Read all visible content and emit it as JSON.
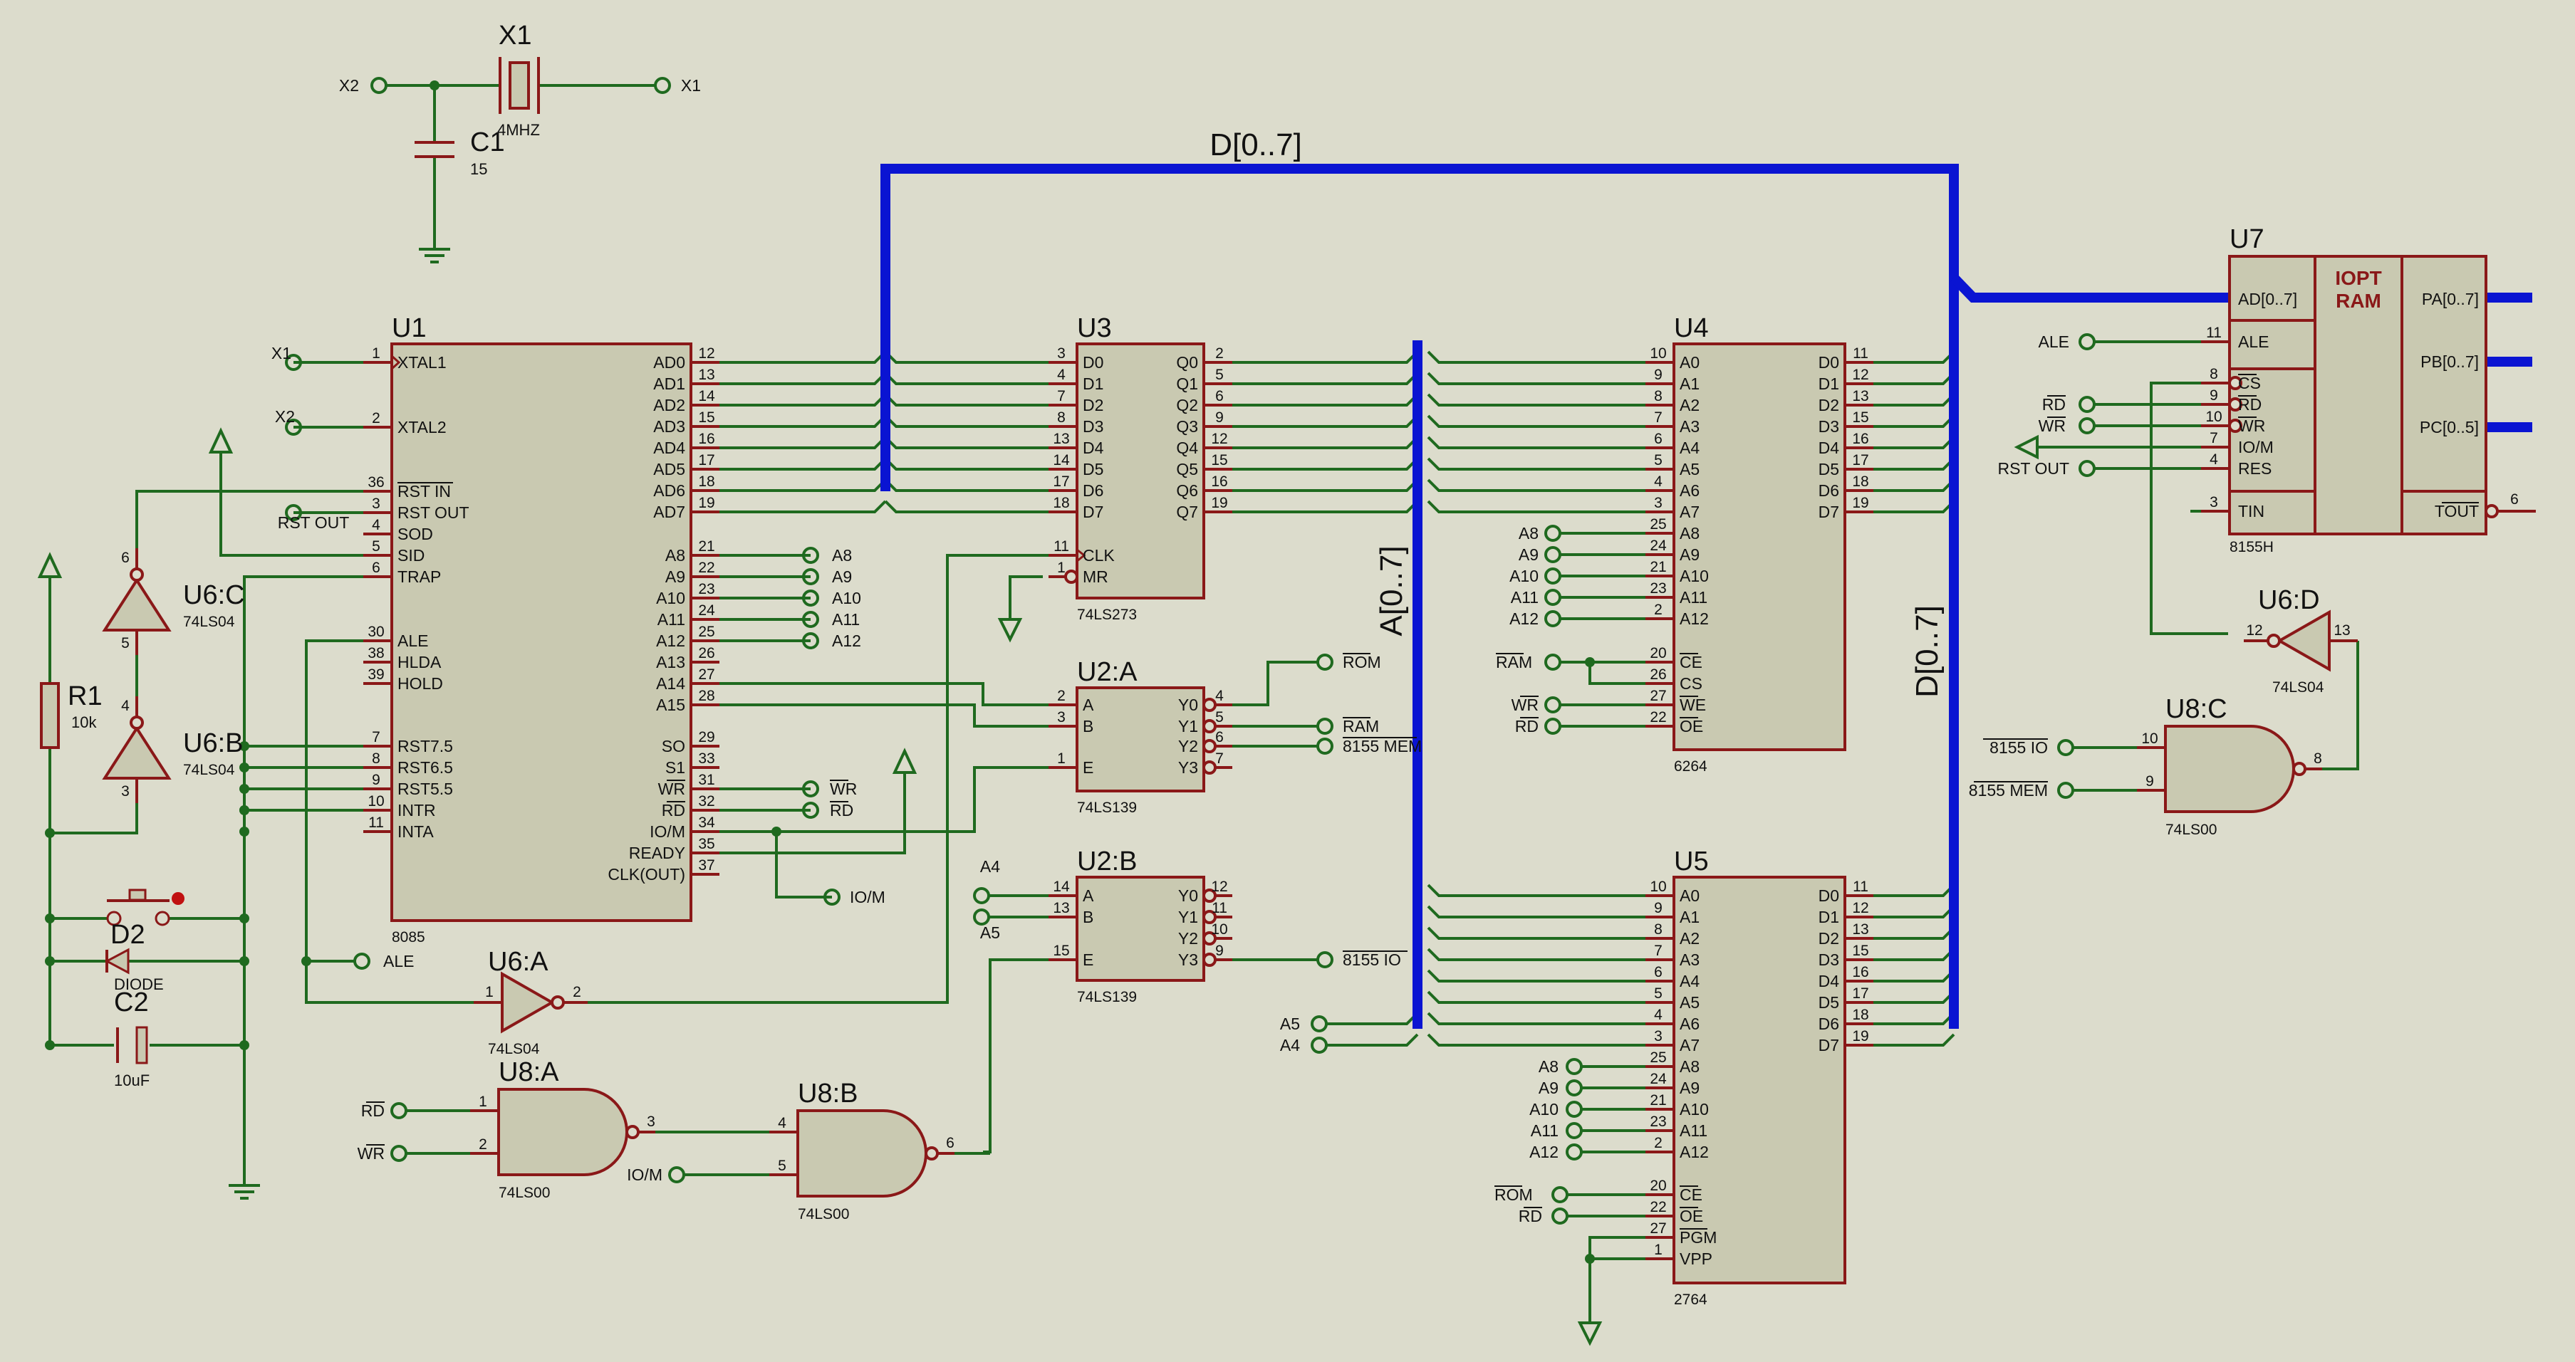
{
  "buses": {
    "data_top": "D[0..7]",
    "addr": "A[0..7]",
    "data_right": "D[0..7]"
  },
  "crystal": {
    "ref": "X1",
    "value": "4MHZ",
    "left_net": "X2",
    "right_net": "X1"
  },
  "c1": {
    "ref": "C1",
    "value": "15"
  },
  "r1": {
    "ref": "R1",
    "value": "10k"
  },
  "d2": {
    "ref": "D2",
    "value": "DIODE"
  },
  "c2": {
    "ref": "C2",
    "value": "10uF"
  },
  "u1": {
    "ref": "U1",
    "type": "8085",
    "left": [
      {
        "pin": "1",
        "name": "XTAL1",
        "net": "X1"
      },
      {
        "pin": "2",
        "name": "XTAL2",
        "net": "X2"
      },
      {
        "pin": "36",
        "name": "RST IN",
        "over": true
      },
      {
        "pin": "3",
        "name": "RST OUT",
        "net": "RST OUT"
      },
      {
        "pin": "4",
        "name": "SOD"
      },
      {
        "pin": "5",
        "name": "SID"
      },
      {
        "pin": "6",
        "name": "TRAP"
      },
      {
        "pin": "30",
        "name": "ALE"
      },
      {
        "pin": "38",
        "name": "HLDA"
      },
      {
        "pin": "39",
        "name": "HOLD"
      },
      {
        "pin": "7",
        "name": "RST7.5"
      },
      {
        "pin": "8",
        "name": "RST6.5"
      },
      {
        "pin": "9",
        "name": "RST5.5"
      },
      {
        "pin": "10",
        "name": "INTR"
      },
      {
        "pin": "11",
        "name": "INTA"
      }
    ],
    "right": [
      {
        "pin": "12",
        "name": "AD0"
      },
      {
        "pin": "13",
        "name": "AD1"
      },
      {
        "pin": "14",
        "name": "AD2"
      },
      {
        "pin": "15",
        "name": "AD3"
      },
      {
        "pin": "16",
        "name": "AD4"
      },
      {
        "pin": "17",
        "name": "AD5"
      },
      {
        "pin": "18",
        "name": "AD6"
      },
      {
        "pin": "19",
        "name": "AD7"
      },
      {
        "pin": "21",
        "name": "A8",
        "net": "A8"
      },
      {
        "pin": "22",
        "name": "A9",
        "net": "A9"
      },
      {
        "pin": "23",
        "name": "A10",
        "net": "A10"
      },
      {
        "pin": "24",
        "name": "A11",
        "net": "A11"
      },
      {
        "pin": "25",
        "name": "A12",
        "net": "A12"
      },
      {
        "pin": "26",
        "name": "A13"
      },
      {
        "pin": "27",
        "name": "A14"
      },
      {
        "pin": "28",
        "name": "A15"
      },
      {
        "pin": "29",
        "name": "SO"
      },
      {
        "pin": "33",
        "name": "S1"
      },
      {
        "pin": "31",
        "name": "WR",
        "net": "WR",
        "over": true
      },
      {
        "pin": "32",
        "name": "RD",
        "net": "RD",
        "over": true
      },
      {
        "pin": "34",
        "name": "IO/M",
        "over_part": "M"
      },
      {
        "pin": "35",
        "name": "READY"
      },
      {
        "pin": "37",
        "name": "CLK(OUT)"
      }
    ],
    "io_m_net": "IO/M"
  },
  "u3": {
    "ref": "U3",
    "type": "74LS273",
    "left": [
      {
        "pin": "3",
        "name": "D0"
      },
      {
        "pin": "4",
        "name": "D1"
      },
      {
        "pin": "7",
        "name": "D2"
      },
      {
        "pin": "8",
        "name": "D3"
      },
      {
        "pin": "13",
        "name": "D4"
      },
      {
        "pin": "14",
        "name": "D5"
      },
      {
        "pin": "17",
        "name": "D6"
      },
      {
        "pin": "18",
        "name": "D7"
      },
      {
        "pin": "11",
        "name": "CLK"
      },
      {
        "pin": "1",
        "name": "MR"
      }
    ],
    "right": [
      {
        "pin": "2",
        "name": "Q0"
      },
      {
        "pin": "5",
        "name": "Q1"
      },
      {
        "pin": "6",
        "name": "Q2"
      },
      {
        "pin": "9",
        "name": "Q3"
      },
      {
        "pin": "12",
        "name": "Q4"
      },
      {
        "pin": "15",
        "name": "Q5"
      },
      {
        "pin": "16",
        "name": "Q6"
      },
      {
        "pin": "19",
        "name": "Q7"
      }
    ]
  },
  "u2a": {
    "ref": "U2:A",
    "type": "74LS139",
    "left": [
      {
        "pin": "2",
        "name": "A"
      },
      {
        "pin": "3",
        "name": "B"
      },
      {
        "pin": "1",
        "name": "E"
      }
    ],
    "right": [
      {
        "pin": "4",
        "name": "Y0",
        "net": "ROM"
      },
      {
        "pin": "5",
        "name": "Y1",
        "net": "RAM"
      },
      {
        "pin": "6",
        "name": "Y2",
        "net": "8155 MEM"
      },
      {
        "pin": "7",
        "name": "Y3"
      }
    ]
  },
  "u2b": {
    "ref": "U2:B",
    "type": "74LS139",
    "left": [
      {
        "pin": "14",
        "name": "A",
        "net": "A4"
      },
      {
        "pin": "13",
        "name": "B",
        "net": "A5"
      },
      {
        "pin": "15",
        "name": "E"
      }
    ],
    "right": [
      {
        "pin": "12",
        "name": "Y0"
      },
      {
        "pin": "11",
        "name": "Y1"
      },
      {
        "pin": "10",
        "name": "Y2"
      },
      {
        "pin": "9",
        "name": "Y3",
        "net": "8155 IO"
      }
    ]
  },
  "u4": {
    "ref": "U4",
    "type": "6264",
    "left": [
      {
        "pin": "10",
        "name": "A0"
      },
      {
        "pin": "9",
        "name": "A1"
      },
      {
        "pin": "8",
        "name": "A2"
      },
      {
        "pin": "7",
        "name": "A3"
      },
      {
        "pin": "6",
        "name": "A4"
      },
      {
        "pin": "5",
        "name": "A5"
      },
      {
        "pin": "4",
        "name": "A6"
      },
      {
        "pin": "3",
        "name": "A7"
      },
      {
        "pin": "25",
        "name": "A8",
        "net": "A8"
      },
      {
        "pin": "24",
        "name": "A9",
        "net": "A9"
      },
      {
        "pin": "21",
        "name": "A10",
        "net": "A10"
      },
      {
        "pin": "23",
        "name": "A11",
        "net": "A11"
      },
      {
        "pin": "2",
        "name": "A12",
        "net": "A12"
      },
      {
        "pin": "20",
        "name": "CE",
        "net": "RAM",
        "over": true
      },
      {
        "pin": "26",
        "name": "CS"
      },
      {
        "pin": "27",
        "name": "WE",
        "net": "WR",
        "over": true
      },
      {
        "pin": "22",
        "name": "OE",
        "net": "RD",
        "over": true
      }
    ],
    "right": [
      {
        "pin": "11",
        "name": "D0"
      },
      {
        "pin": "12",
        "name": "D1"
      },
      {
        "pin": "13",
        "name": "D2"
      },
      {
        "pin": "15",
        "name": "D3"
      },
      {
        "pin": "16",
        "name": "D4"
      },
      {
        "pin": "17",
        "name": "D5"
      },
      {
        "pin": "18",
        "name": "D6"
      },
      {
        "pin": "19",
        "name": "D7"
      }
    ]
  },
  "u5": {
    "ref": "U5",
    "type": "2764",
    "left": [
      {
        "pin": "10",
        "name": "A0"
      },
      {
        "pin": "9",
        "name": "A1"
      },
      {
        "pin": "8",
        "name": "A2"
      },
      {
        "pin": "7",
        "name": "A3"
      },
      {
        "pin": "6",
        "name": "A4"
      },
      {
        "pin": "5",
        "name": "A5"
      },
      {
        "pin": "4",
        "name": "A6"
      },
      {
        "pin": "3",
        "name": "A7"
      },
      {
        "pin": "25",
        "name": "A8",
        "net": "A8"
      },
      {
        "pin": "24",
        "name": "A9",
        "net": "A9"
      },
      {
        "pin": "21",
        "name": "A10",
        "net": "A10"
      },
      {
        "pin": "23",
        "name": "A11",
        "net": "A11"
      },
      {
        "pin": "2",
        "name": "A12",
        "net": "A12"
      },
      {
        "pin": "20",
        "name": "CE",
        "net": "ROM",
        "over": true
      },
      {
        "pin": "22",
        "name": "OE",
        "net": "RD",
        "over": true
      },
      {
        "pin": "27",
        "name": "PGM",
        "over": true
      },
      {
        "pin": "1",
        "name": "VPP"
      }
    ],
    "right": [
      {
        "pin": "11",
        "name": "D0"
      },
      {
        "pin": "12",
        "name": "D1"
      },
      {
        "pin": "13",
        "name": "D2"
      },
      {
        "pin": "15",
        "name": "D3"
      },
      {
        "pin": "16",
        "name": "D4"
      },
      {
        "pin": "17",
        "name": "D5"
      },
      {
        "pin": "18",
        "name": "D6"
      },
      {
        "pin": "19",
        "name": "D7"
      }
    ],
    "a5_net": "A5",
    "a4_net": "A4"
  },
  "u7": {
    "ref": "U7",
    "type": "8155H",
    "title1": "IOPT",
    "title2": "RAM",
    "left": [
      {
        "pin": "",
        "name": "AD[0..7]"
      },
      {
        "pin": "11",
        "name": "ALE",
        "net": "ALE"
      },
      {
        "pin": "8",
        "name": "CS",
        "over": true
      },
      {
        "pin": "9",
        "name": "RD",
        "net": "RD",
        "over": true
      },
      {
        "pin": "10",
        "name": "WR",
        "net": "WR",
        "over": true
      },
      {
        "pin": "7",
        "name": "IO/M",
        "over_part": "M"
      },
      {
        "pin": "4",
        "name": "RES",
        "net": "RST OUT"
      },
      {
        "pin": "3",
        "name": "TIN"
      }
    ],
    "right": [
      {
        "name": "PA[0..7]"
      },
      {
        "name": "PB[0..7]"
      },
      {
        "name": "PC[0..5]"
      },
      {
        "pin": "6",
        "name": "TOUT",
        "over": true
      }
    ]
  },
  "u6a": {
    "ref": "U6:A",
    "type": "74LS04",
    "pin_in": "1",
    "pin_out": "2"
  },
  "u6b": {
    "ref": "U6:B",
    "type": "74LS04",
    "pin_in": "3",
    "pin_out": "4"
  },
  "u6c": {
    "ref": "U6:C",
    "type": "74LS04",
    "pin_in": "5",
    "pin_out": "6"
  },
  "u6d": {
    "ref": "U6:D",
    "type": "74LS04",
    "pin_in": "13",
    "pin_out": "12"
  },
  "u8a": {
    "ref": "U8:A",
    "type": "74LS00",
    "pin_a": "1",
    "pin_b": "2",
    "pin_out": "3",
    "net_a": "RD",
    "net_b": "WR"
  },
  "u8b": {
    "ref": "U8:B",
    "type": "74LS00",
    "pin_a": "4",
    "pin_b": "5",
    "pin_out": "6",
    "net_b": "IO/M"
  },
  "u8c": {
    "ref": "U8:C",
    "type": "74LS00",
    "pin_a": "10",
    "pin_b": "9",
    "pin_out": "8",
    "net_a": "8155 IO",
    "net_b": "8155 MEM"
  },
  "ale_net": "ALE"
}
